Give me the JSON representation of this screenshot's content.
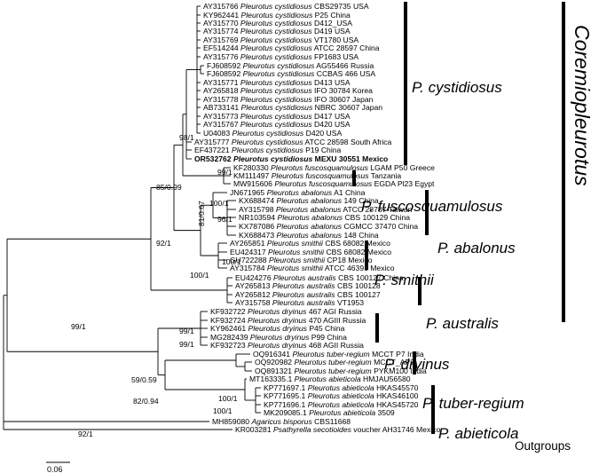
{
  "tips": [
    {
      "acc": "AY315766",
      "sp": "Pleurotus cystidiosus",
      "info": "CBS29735 USA"
    },
    {
      "acc": "KY962441",
      "sp": "Pleurotus cystidiosus",
      "info": "P25 China"
    },
    {
      "acc": "AY315770",
      "sp": "Pleurotus cystidiosus",
      "info": "D412_USA"
    },
    {
      "acc": "AY315774",
      "sp": "Pleurotus cystidiosus",
      "info": "D419 USA"
    },
    {
      "acc": "AY315769",
      "sp": "Pleurotus cystidiosus",
      "info": "VT1780 USA"
    },
    {
      "acc": "EF514244",
      "sp": "Pleurotus cystidiosus",
      "info": "ATCC 28597 China"
    },
    {
      "acc": "AY315776",
      "sp": "Pleurotus cystidiosus",
      "info": "FP1683 USA"
    },
    {
      "acc": "FJ608592",
      "sp": "Pleurotus cystidiosus",
      "info": "AG55466 Russia"
    },
    {
      "acc": "FJ608592",
      "sp": "Pleurotus cystidiosus",
      "info": "CCBAS 466 USA"
    },
    {
      "acc": "AY315771",
      "sp": "Pleurotus cystidiosus",
      "info": "D413 USA"
    },
    {
      "acc": "AY265818",
      "sp": "Pleurotus cystidiosus",
      "info": "IFO 30784 Korea"
    },
    {
      "acc": "AY315778",
      "sp": "Pleurotus cystidiosus",
      "info": "IFO 30607 Japan"
    },
    {
      "acc": "AB733141",
      "sp": "Pleurotus cystidiosus",
      "info": "NBRC 30607 Japan"
    },
    {
      "acc": "AY315773",
      "sp": "Pleurotus cystidiosus",
      "info": "D417 USA"
    },
    {
      "acc": "AY315767",
      "sp": "Pleurotus cystidiosus",
      "info": "D420 USA"
    },
    {
      "acc": "U04083",
      "sp": "Pleurotus cystidiosus",
      "info": "D420 USA"
    },
    {
      "acc": "AY315777",
      "sp": "Pleurotus cystidiosus",
      "info": "ATCC 28598 South Africa"
    },
    {
      "acc": "EF437221",
      "sp": "Pleurotus cystidiosus",
      "info": "P19 China"
    },
    {
      "acc": "OR532762",
      "sp": "Pleurotus cystidiosus",
      "info": "MEXU 30551 Mexico",
      "bold": true
    },
    {
      "acc": "KF280330",
      "sp": "Pleurotus fuscosquamulosus",
      "info": "LGAM P50 Greece"
    },
    {
      "acc": "KM111497",
      "sp": "Pleurotus fuscosquamulosus",
      "info": "Tanzania"
    },
    {
      "acc": "MW915606",
      "sp": "Pleurotus fuscosquamulosus",
      "info": "EGDA Pl23 Egypt"
    },
    {
      "acc": "JN671965",
      "sp": "Pleurotus abalonus",
      "info": "A1 China"
    },
    {
      "acc": "KX688474",
      "sp": "Pleurotus abalonus",
      "info": "149 China"
    },
    {
      "acc": "AY315798",
      "sp": "Pleurotus abalonus",
      "info": "ATCC 28787 Taiwan"
    },
    {
      "acc": "NR103594",
      "sp": "Pleurotus abalonus",
      "info": "CBS 100129 China"
    },
    {
      "acc": "KX787086",
      "sp": "Pleurotus abalonus",
      "info": "CGMCC 37470 China"
    },
    {
      "acc": "KX688473",
      "sp": "Pleurotus abalonus",
      "info": "148 China"
    },
    {
      "acc": "AY265851",
      "sp": "Pleurotus smithii",
      "info": "CBS 68082 Mexico"
    },
    {
      "acc": "EU424317",
      "sp": "Pleurotus smithii",
      "info": "CBS 68082 Mexico"
    },
    {
      "acc": "GU722288",
      "sp": "Pleurotus smithii",
      "info": "CP18 Mexico"
    },
    {
      "acc": "AY315784",
      "sp": "Pleurotus smithii",
      "info": "ATCC 46391 Mexico"
    },
    {
      "acc": "EU424276",
      "sp": "Pleurotus australis",
      "info": "CBS 100127 China"
    },
    {
      "acc": "AY265813",
      "sp": "Pleurotus australis",
      "info": "CBS 100128"
    },
    {
      "acc": "AY265812",
      "sp": "Pleurotus australis",
      "info": "CBS 100127"
    },
    {
      "acc": "AY315758",
      "sp": "Pleurotus australis",
      "info": "VT1953"
    },
    {
      "acc": "KF932722",
      "sp": "Pleurotus dryinus",
      "info": "467 AGI Russia"
    },
    {
      "acc": "KF932724",
      "sp": "Pleurotus dryinus",
      "info": "470 AGIII Russia"
    },
    {
      "acc": "KY962461",
      "sp": "Pleurotus dryinus",
      "info": "P45 China"
    },
    {
      "acc": "MG282439",
      "sp": "Pleurotus dryinus",
      "info": "P99 China"
    },
    {
      "acc": "KF932723",
      "sp": "Pleurotus dryinus",
      "info": "468 AGII Russia"
    },
    {
      "acc": "OQ916341",
      "sp": "Pleurotus tuber-regium",
      "info": "MCCT P7 India"
    },
    {
      "acc": "OQ920982",
      "sp": "Pleurotus tuber-regium",
      "info": "MCCT_AP2"
    },
    {
      "acc": "OQ891321",
      "sp": "Pleurotus tuber-regium",
      "info": "PYKM100 India"
    },
    {
      "acc": "MT163335.1",
      "sp": "Pleurotus abieticola",
      "info": "HMJAU56580"
    },
    {
      "acc": "KP771697.1",
      "sp": "Pleurotus abieticola",
      "info": "HKAS45570"
    },
    {
      "acc": "KP771695.1",
      "sp": "Pleurotus abieticola",
      "info": "HKAS46100"
    },
    {
      "acc": "KP771696.1",
      "sp": "Pleurotus abieticola",
      "info": "HKAS45720"
    },
    {
      "acc": "MK209085.1",
      "sp": "Pleurotus abieticola",
      "info": "3509"
    },
    {
      "acc": "MH859080",
      "sp": "Agaricus bisporus",
      "info": "CBS11668"
    },
    {
      "acc": "KR003281",
      "sp": "Psathyrella secotioides",
      "info": "voucher  AH31746  Mexico"
    }
  ],
  "support": [
    "98/1",
    "99/1",
    "85/0.99",
    "100/1",
    "96/1",
    "81/0.67",
    "100/1",
    "92/1",
    "100/1",
    "99/1",
    "99/1",
    "99/1",
    "59/0.59",
    "100/1",
    "82/0.94",
    "100/1"
  ],
  "clades": {
    "cystidiosus": "P. cystidiosus",
    "fuscosquamulosus": "P. fuscosquamulosus",
    "abalonus": "P. abalonus",
    "smithii": "P. smithii",
    "australis": "P. australis",
    "dryinus": "P. dryinus",
    "tuber_regium": "P. tuber-regium",
    "abieticola": "P. abieticola"
  },
  "genus": "Coremiopleurotus",
  "outgroups": "Outgroups",
  "scale": "0.06"
}
